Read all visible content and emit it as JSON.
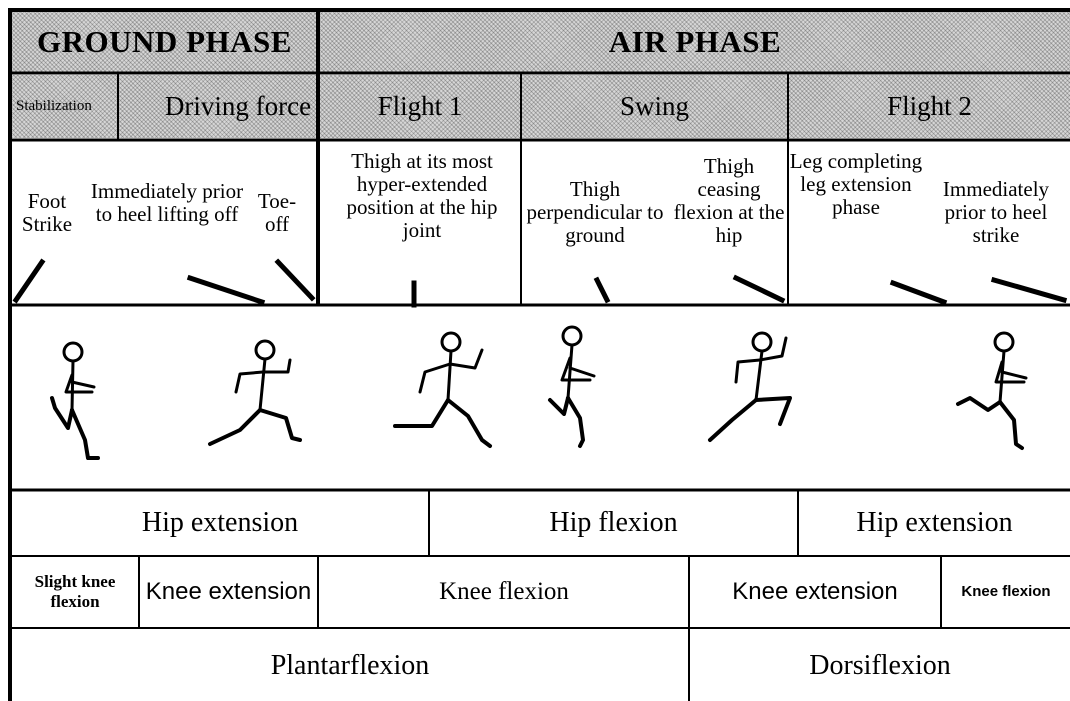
{
  "phases": {
    "ground": "GROUND PHASE",
    "air": "AIR PHASE"
  },
  "subphases": {
    "stabilization": "Stabilization",
    "driving_force": "Driving force",
    "flight1": "Flight 1",
    "swing": "Swing",
    "flight2": "Flight 2"
  },
  "events": {
    "foot_strike": "Foot Strike",
    "prior_heel_lift": "Immediately prior to heel lifting off",
    "toe_off": "Toe-off",
    "thigh_hyper": "Thigh at its most hyper-extended position at the hip joint",
    "thigh_perp": "Thigh perpendicular to ground",
    "thigh_ceasing": "Thigh ceasing flexion at the hip",
    "leg_completing": "Leg completing leg extension phase",
    "prior_heel_strike": "Immediately prior to heel strike"
  },
  "hip_row": {
    "a": "Hip extension",
    "b": "Hip flexion",
    "c": "Hip extension"
  },
  "knee_row": {
    "a": "Slight knee flexion",
    "b": "Knee extension",
    "c": "Knee flexion",
    "d": "Knee extension",
    "e": "Knee flexion"
  },
  "ankle_row": {
    "a": "Plantarflexion",
    "b": "Dorsiflexion"
  },
  "icons": [
    "runner-figure-icon",
    "pointer-line-icon"
  ]
}
